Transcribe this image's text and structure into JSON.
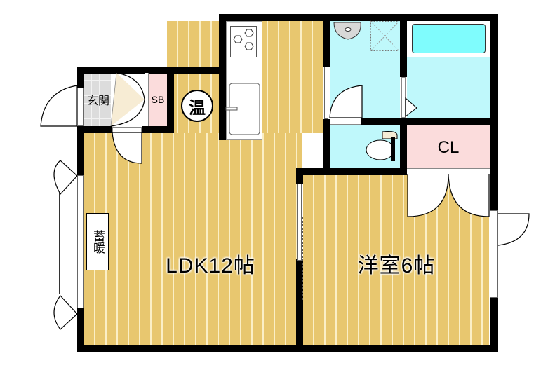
{
  "floor_plan": {
    "rooms": {
      "ldk": {
        "label": "LDK12帖",
        "floor_color": "#e8c76f"
      },
      "western_room": {
        "label": "洋室6帖",
        "floor_color": "#e8c76f"
      },
      "entrance": {
        "label": "玄関"
      },
      "shoebox": {
        "label": "SB",
        "color": "#fbdcdc"
      },
      "closet": {
        "label": "CL",
        "color": "#fbdcdc"
      },
      "bath": {
        "color": "#bff8fb"
      },
      "washroom": {
        "color": "#bff8fb"
      },
      "toilet": {
        "color": "#bff8fb"
      }
    },
    "fixtures": {
      "water_heater": {
        "label": "温"
      },
      "storage_heater": {
        "label": "蓄暖"
      }
    },
    "colors": {
      "wall": "#000000",
      "wood_floor": "#e8c76f",
      "wet_area": "#bff8fb",
      "storage": "#fbdcdc",
      "entrance_tile": "#dcdcdc"
    }
  }
}
